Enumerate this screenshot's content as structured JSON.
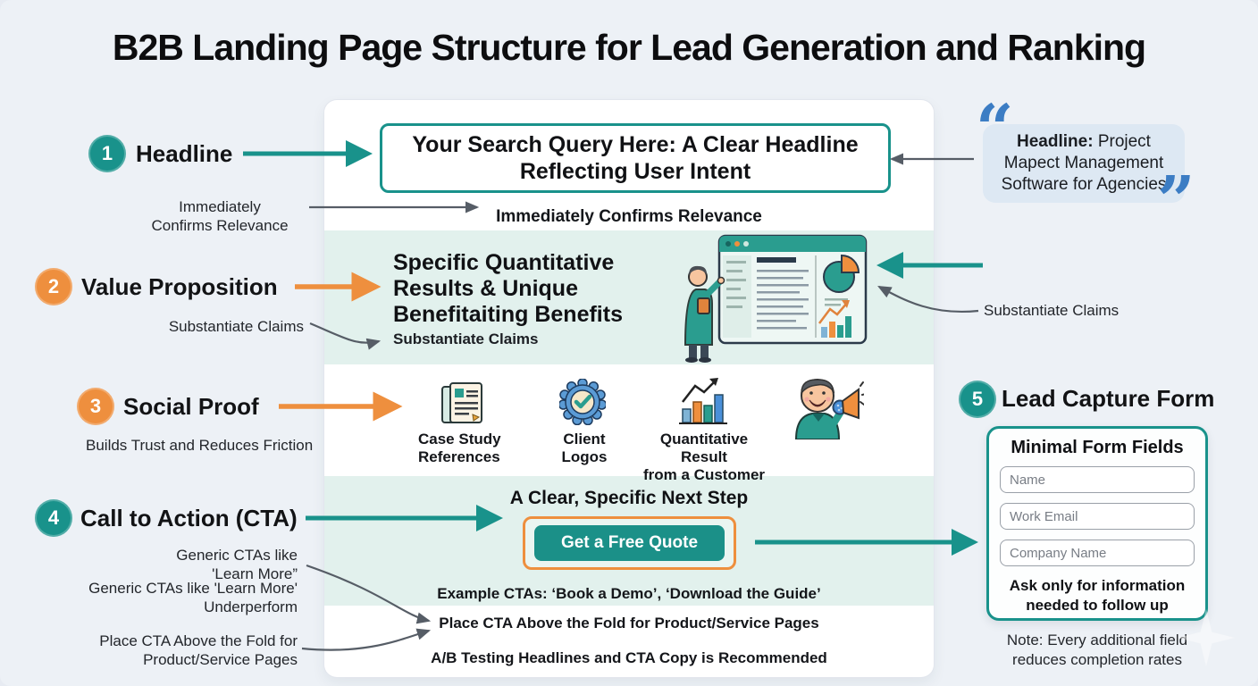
{
  "title": "B2B Landing Page Structure for Lead Generation and Ranking",
  "colors": {
    "teal": "#19928b",
    "orange": "#ee8f3e",
    "quote_blue": "#3c7dc4",
    "mint": "#e2f1ed"
  },
  "steps": [
    {
      "number": "1",
      "label": "Headline"
    },
    {
      "number": "2",
      "label": "Value Proposition"
    },
    {
      "number": "3",
      "label": "Social Proof"
    },
    {
      "number": "4",
      "label": "Call to Action (CTA)"
    },
    {
      "number": "5",
      "label": "Lead Capture Form"
    }
  ],
  "annotations": {
    "immediately_line1": "Immediately",
    "immediately_line2": "Confirms Relevance",
    "substantiate_left": "Substantiate Claims",
    "builds_trust": "Builds Trust and Reduces Friction",
    "generic1_line1": "Generic CTAs like",
    "generic1_line2": "'Learn More”",
    "generic2_line1": "Generic CTAs like 'Learn More'",
    "generic2_line2": "Underperform",
    "place_line1": "Place CTA Above the Fold for",
    "place_line2": "Product/Service Pages",
    "substantiate_right": "Substantiate Claims"
  },
  "card": {
    "headline_box": "Your Search Query Here: A Clear Headline Reflecting User Intent",
    "headline_note": "Immediately Confirms Relevance",
    "value_prop": {
      "line1": "Specific Quantitative",
      "line2": "Results & Unique",
      "line3": "Benefitaiting Benefits",
      "note": "Substantiate Claims"
    },
    "social": {
      "items": [
        {
          "icon": "case-study-icon",
          "label_line1": "Case Study",
          "label_line2": "References"
        },
        {
          "icon": "badge-check-icon",
          "label_line1": "Client Logos",
          "label_line2": ""
        },
        {
          "icon": "bar-chart-icon",
          "label_line1": "Quantitative Result",
          "label_line2": "from a Customer"
        },
        {
          "icon": "megaphone-person-icon",
          "label_line1": "",
          "label_line2": ""
        }
      ]
    },
    "cta": {
      "heading": "A Clear, Specific Next Step",
      "button": "Get a Free Quote",
      "examples": "Example CTAs: ‘Book a Demo’, ‘Download the Guide’"
    },
    "footer": {
      "line1": "Place CTA Above the Fold for Product/Service Pages",
      "line2": "A/B Testing Headlines and CTA Copy is Recommended"
    }
  },
  "quote": {
    "lead": "Headline:",
    "rest": " Project Mapect Management Software for Agencies"
  },
  "lead_form": {
    "title": "Minimal Form Fields",
    "fields": [
      "Name",
      "Work Email",
      "Company Name"
    ],
    "note_line1": "Ask only for information",
    "note_line2": "needed to follow up",
    "footnote_line1": "Note: Every additional field",
    "footnote_line2": "reduces completion rates"
  }
}
